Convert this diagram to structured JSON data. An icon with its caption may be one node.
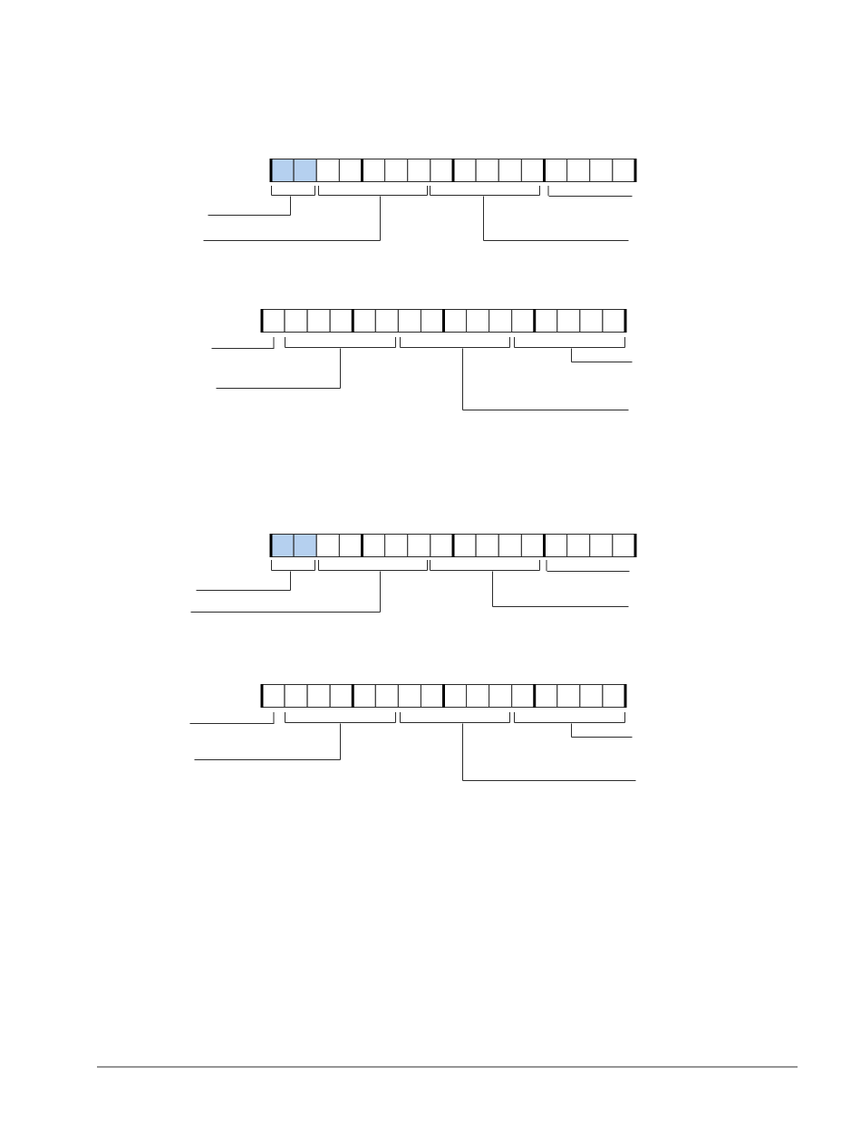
{
  "diagram": {
    "nodes": [
      {
        "text": [],
        "shape": "bar"
      },
      {
        "text": [],
        "shape": "bracket"
      },
      {
        "text": [],
        "shape": "bracket"
      },
      {
        "text": [],
        "shape": "bracket"
      },
      {
        "text": [],
        "shape": "bracket"
      },
      {
        "text": [],
        "shape": "bar"
      },
      {
        "text": [],
        "shape": "bracket"
      },
      {
        "text": [],
        "shape": "bracket"
      },
      {
        "text": [],
        "shape": "bracket"
      },
      {
        "text": [],
        "shape": "bracket"
      },
      {
        "text": [],
        "shape": "bar"
      },
      {
        "text": [],
        "shape": "bracket"
      },
      {
        "text": [],
        "shape": "bracket"
      },
      {
        "text": [],
        "shape": "bracket"
      },
      {
        "text": [],
        "shape": "bracket"
      },
      {
        "text": [],
        "shape": "bar"
      },
      {
        "text": [],
        "shape": "bracket"
      },
      {
        "text": [],
        "shape": "bracket"
      },
      {
        "text": [],
        "shape": "bracket"
      },
      {
        "text": [],
        "shape": "bracket"
      }
    ],
    "edges": [
      {
        "from": null,
        "to": 1,
        "arrow": "none"
      },
      {
        "from": null,
        "to": 2,
        "arrow": "none"
      },
      {
        "from": null,
        "to": 3,
        "arrow": "none"
      },
      {
        "from": null,
        "to": 4,
        "arrow": "none"
      },
      {
        "from": null,
        "to": 6,
        "arrow": "none"
      },
      {
        "from": null,
        "to": 7,
        "arrow": "none"
      },
      {
        "from": null,
        "to": 8,
        "arrow": "none"
      },
      {
        "from": null,
        "to": 9,
        "arrow": "none"
      },
      {
        "from": null,
        "to": 11,
        "arrow": "none"
      },
      {
        "from": null,
        "to": 12,
        "arrow": "none"
      },
      {
        "from": null,
        "to": 13,
        "arrow": "none"
      },
      {
        "from": null,
        "to": 14,
        "arrow": "none"
      },
      {
        "from": null,
        "to": 16,
        "arrow": "none"
      },
      {
        "from": null,
        "to": 17,
        "arrow": "none"
      },
      {
        "from": null,
        "to": 18,
        "arrow": "none"
      },
      {
        "from": null,
        "to": 19,
        "arrow": "none"
      }
    ]
  }
}
